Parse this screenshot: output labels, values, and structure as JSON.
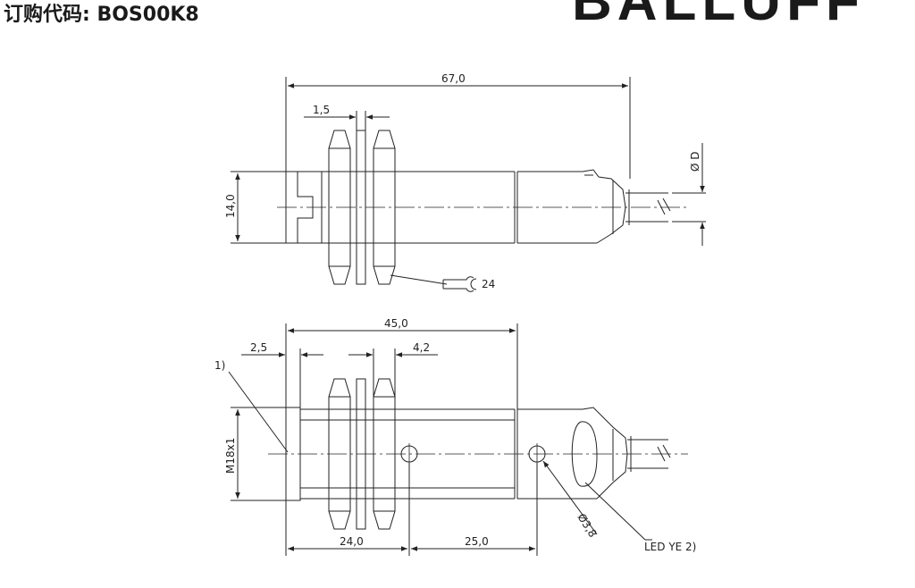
{
  "header": {
    "title": "订购代码: BOS00K8",
    "logo_text": "BALLUFF"
  },
  "drawing": {
    "top_view": {
      "total_length": "67,0",
      "flange_thickness": "1,5",
      "height": "14,0",
      "cable_diameter": "Ø D",
      "wrench_size": "24"
    },
    "side_view": {
      "body_length": "45,0",
      "nut_offset": "2,5",
      "washer_width": "4,2",
      "note_1": "1)",
      "thread": "M18x1",
      "hole_diameter": "Ø3,8",
      "dist_to_hole1": "24,0",
      "dist_between_holes": "25,0",
      "led_label": "LED YE 2)"
    }
  }
}
